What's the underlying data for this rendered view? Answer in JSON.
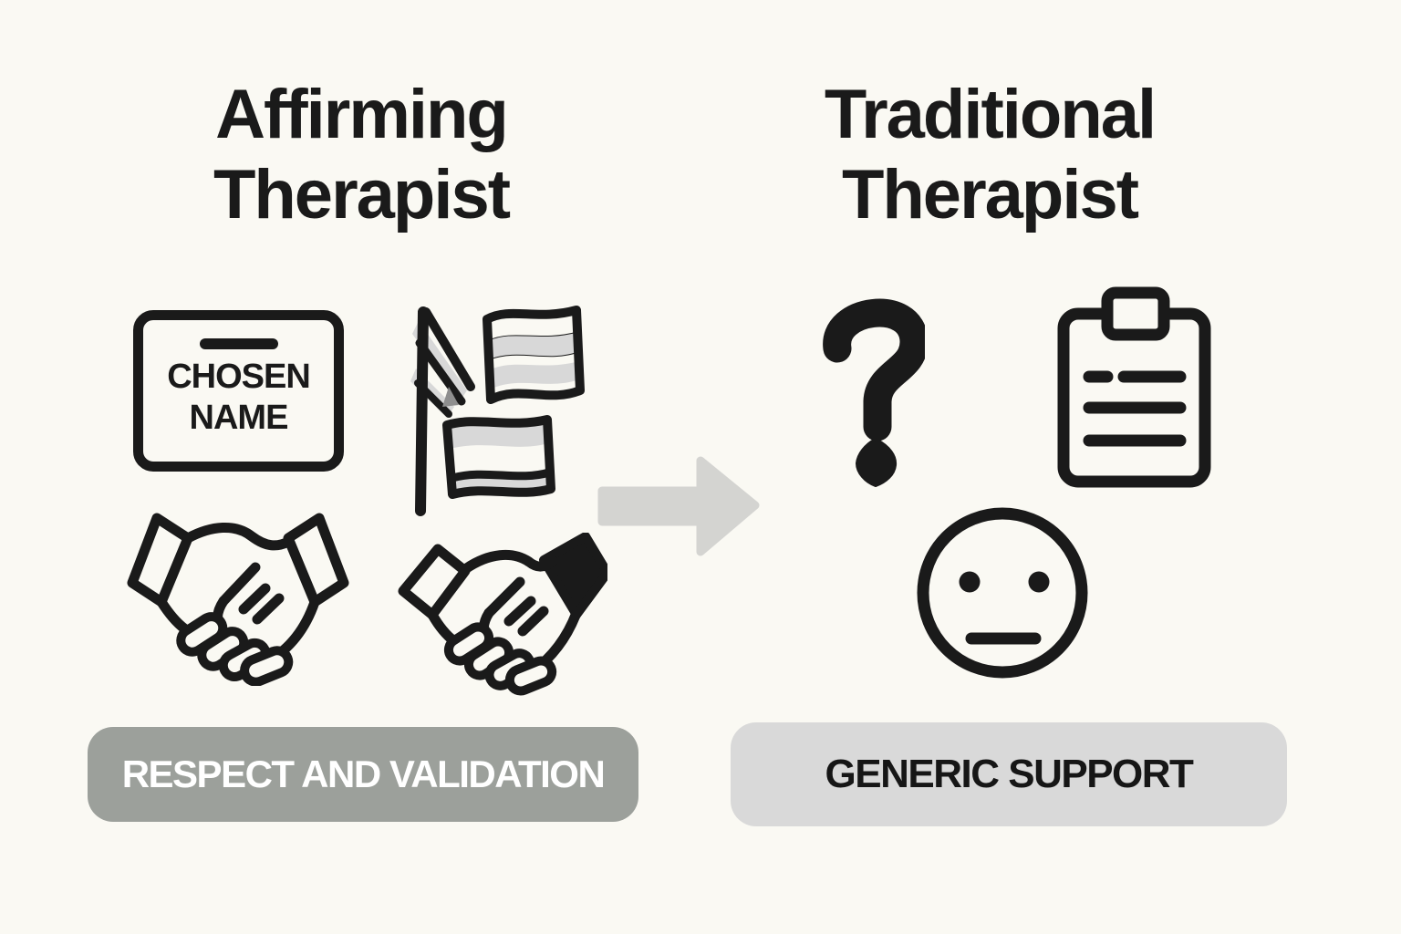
{
  "canvas": {
    "background_color": "#FAF9F3",
    "ink_color": "#1A1A1A"
  },
  "left_column": {
    "title_line1": "Affirming",
    "title_line2": "Therapist",
    "badge_line1": "CHOSEN",
    "badge_line2": "NAME",
    "banner_label": "RESPECT AND VALIDATION",
    "banner_bg": "#9CA09B",
    "banner_text_color": "#FFFFFF",
    "icons": [
      "chosen-name-badge-icon",
      "pride-flag-icon",
      "handshake-outline-icon",
      "handshake-dark-sleeve-icon"
    ]
  },
  "right_column": {
    "title_line1": "Traditional",
    "title_line2": "Therapist",
    "banner_label": "GENERIC SUPPORT",
    "banner_bg": "#D9D9D9",
    "banner_text_color": "#161616",
    "icons": [
      "question-mark-icon",
      "clipboard-icon",
      "neutral-face-icon"
    ]
  },
  "arrow": {
    "direction": "right",
    "color": "#D4D4D1"
  },
  "palette": {
    "stripe_gray": "#D8D8D8",
    "fold_gray": "#8E8E8E"
  }
}
